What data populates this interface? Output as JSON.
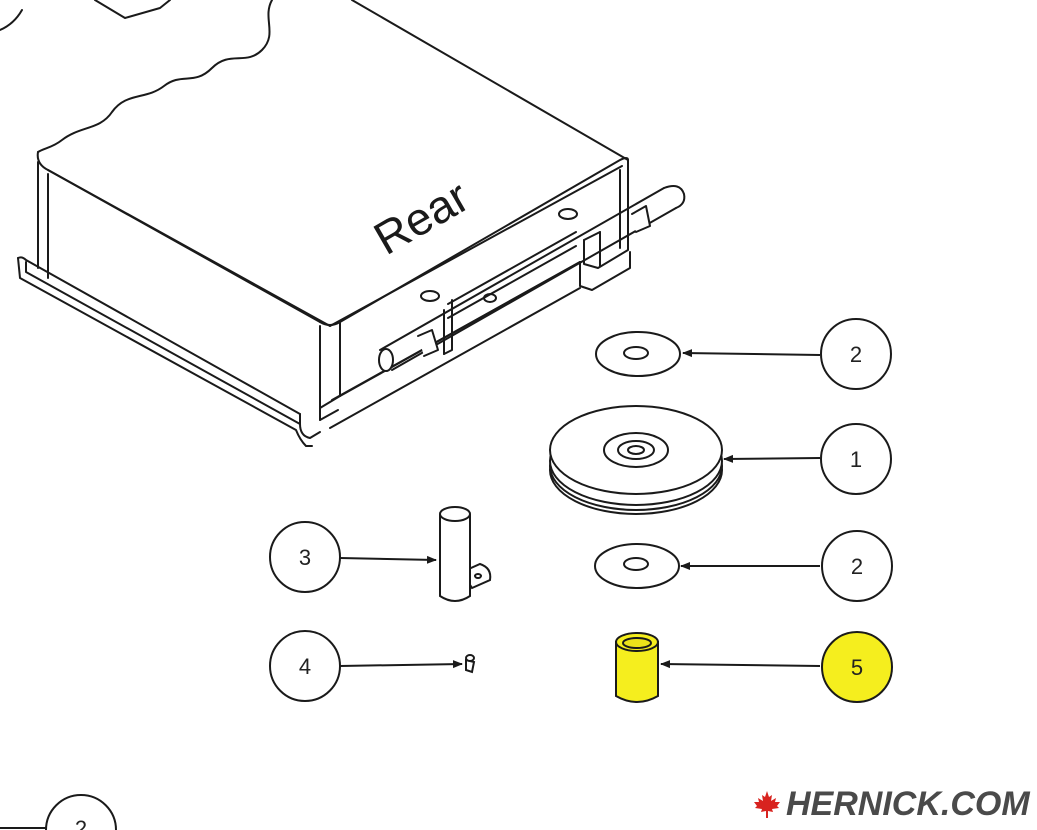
{
  "diagram": {
    "housing_label": "Rear",
    "callouts": [
      {
        "id": "c2-top",
        "number": "2",
        "highlight": false
      },
      {
        "id": "c1",
        "number": "1",
        "highlight": false
      },
      {
        "id": "c3",
        "number": "3",
        "highlight": false
      },
      {
        "id": "c2-mid",
        "number": "2",
        "highlight": false
      },
      {
        "id": "c4",
        "number": "4",
        "highlight": false
      },
      {
        "id": "c5",
        "number": "5",
        "highlight": true
      },
      {
        "id": "c2-bottom",
        "number": "2",
        "highlight": false
      }
    ],
    "highlight_color": "#f5ee1e",
    "line_color": "#1a1a1a"
  },
  "brand": {
    "text": "HERNICK.COM",
    "icon": "maple-leaf-icon",
    "icon_color": "#d8231f",
    "text_color": "#4a4a4a"
  }
}
